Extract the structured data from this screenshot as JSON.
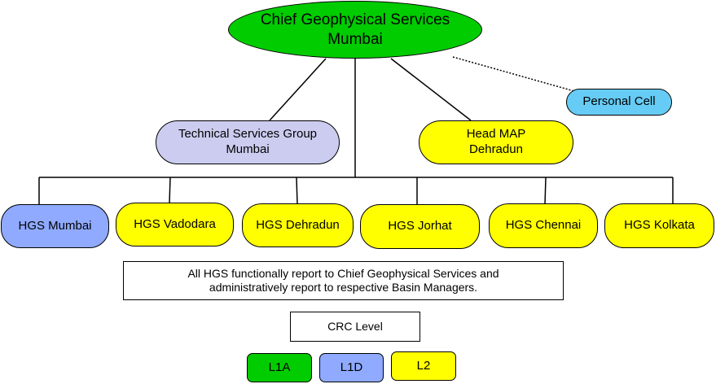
{
  "root": {
    "line1": "Chief Geophysical Services",
    "line2": "Mumbai"
  },
  "personal_cell": "Personal Cell",
  "technical_services": {
    "line1": "Technical Services Group",
    "line2": "Mumbai"
  },
  "head_map": {
    "line1": "Head MAP",
    "line2": "Dehradun"
  },
  "hgs_units": [
    {
      "label": "HGS Mumbai",
      "color": "#8faaff"
    },
    {
      "label": "HGS Vadodara",
      "color": "#ffff00"
    },
    {
      "label": "HGS Dehradun",
      "color": "#ffff00"
    },
    {
      "label": "HGS Jorhat",
      "color": "#ffff00"
    },
    {
      "label": "HGS Chennai",
      "color": "#ffff00"
    },
    {
      "label": "HGS Kolkata",
      "color": "#ffff00"
    }
  ],
  "note": {
    "line1": "All HGS functionally report to Chief Geophysical Services and",
    "line2": "administratively report to respective Basin Managers."
  },
  "crc_level": "CRC Level",
  "legend": [
    {
      "label": "L1A",
      "color": "#00cc00"
    },
    {
      "label": "L1D",
      "color": "#8faaff"
    },
    {
      "label": "L2",
      "color": "#ffff00"
    }
  ]
}
